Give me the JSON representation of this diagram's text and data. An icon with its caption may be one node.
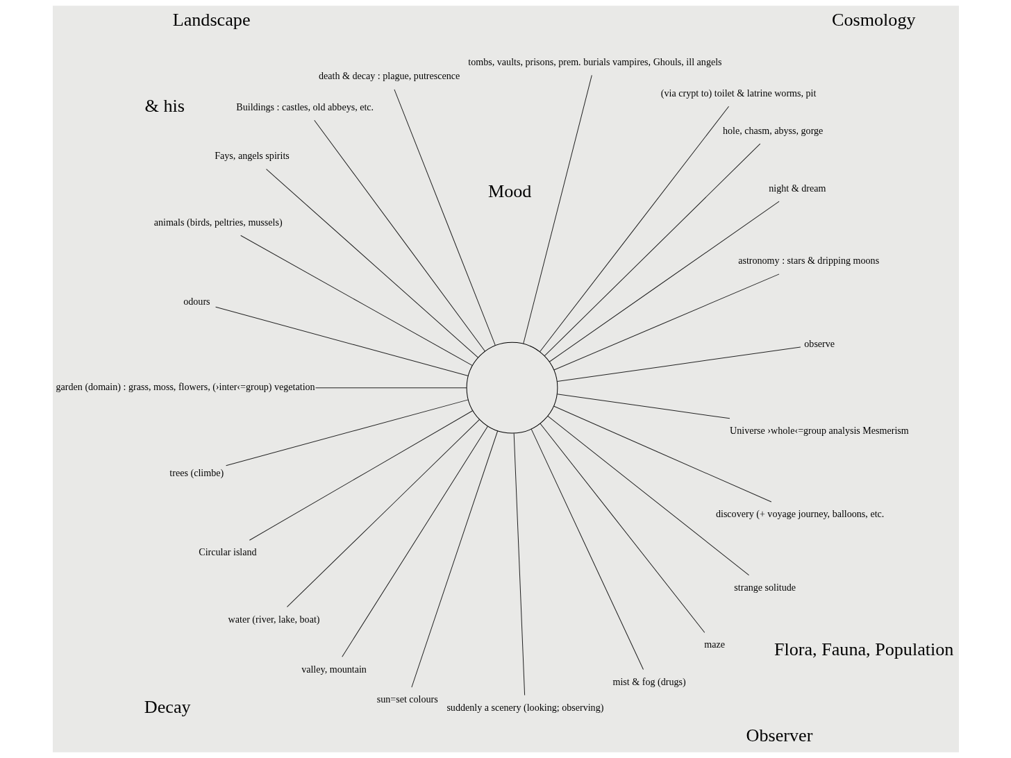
{
  "diagram": {
    "nodes": [
      {
        "text": [],
        "shape": "circle"
      },
      {
        "text": [
          "observe"
        ]
      },
      {
        "text": [
          "astronomy : stars & dripping moons"
        ]
      },
      {
        "text": [
          "night & dream"
        ]
      },
      {
        "text": [
          "hole, chasm, abyss, gorge"
        ]
      },
      {
        "text": [
          "(via crypt to) toilet & latrine worms, pit"
        ]
      },
      {
        "text": [
          "tombs, vaults, prisons, prem. burials vampires, Ghouls, ill angels"
        ]
      },
      {
        "text": [
          "death & decay : plague, putrescence"
        ]
      },
      {
        "text": [
          "Buildings : castles, old abbeys, etc."
        ]
      },
      {
        "text": [
          "Fays, angels spirits"
        ]
      },
      {
        "text": [
          "animals (birds, peltries, mussels)"
        ]
      },
      {
        "text": [
          "odours"
        ]
      },
      {
        "text": [
          "garden (domain) : grass, moss, flowers, (›inter‹=group) vegetation"
        ]
      },
      {
        "text": [
          "trees (climbe)"
        ]
      },
      {
        "text": [
          "Circular island"
        ]
      },
      {
        "text": [
          "water (river, lake, boat)"
        ]
      },
      {
        "text": [
          "valley, mountain"
        ]
      },
      {
        "text": [
          "sun=set colours"
        ]
      },
      {
        "text": [
          "suddenly a scenery (looking; observing)"
        ]
      },
      {
        "text": [
          "mist & fog (drugs)"
        ]
      },
      {
        "text": [
          "maze"
        ]
      },
      {
        "text": [
          "strange solitude"
        ]
      },
      {
        "text": [
          "discovery (+ voyage journey, balloons, etc."
        ]
      },
      {
        "text": [
          "Universe ›whole‹=group analysis Mesmerism"
        ]
      }
    ],
    "edges": [
      {
        "from": 0,
        "to": 1,
        "arrow": "none"
      },
      {
        "from": 0,
        "to": 2,
        "arrow": "none"
      },
      {
        "from": 0,
        "to": 3,
        "arrow": "none"
      },
      {
        "from": 0,
        "to": 4,
        "arrow": "none"
      },
      {
        "from": 0,
        "to": 5,
        "arrow": "none"
      },
      {
        "from": 0,
        "to": 6,
        "arrow": "none"
      },
      {
        "from": 0,
        "to": 7,
        "arrow": "none"
      },
      {
        "from": 0,
        "to": 8,
        "arrow": "none"
      },
      {
        "from": 0,
        "to": 9,
        "arrow": "none"
      },
      {
        "from": 0,
        "to": 10,
        "arrow": "none"
      },
      {
        "from": 0,
        "to": 11,
        "arrow": "none"
      },
      {
        "from": 0,
        "to": 12,
        "arrow": "none"
      },
      {
        "from": 0,
        "to": 13,
        "arrow": "none"
      },
      {
        "from": 0,
        "to": 14,
        "arrow": "none"
      },
      {
        "from": 0,
        "to": 15,
        "arrow": "none"
      },
      {
        "from": 0,
        "to": 16,
        "arrow": "none"
      },
      {
        "from": 0,
        "to": 17,
        "arrow": "none"
      },
      {
        "from": 0,
        "to": 18,
        "arrow": "none"
      },
      {
        "from": 0,
        "to": 19,
        "arrow": "none"
      },
      {
        "from": 0,
        "to": 20,
        "arrow": "none"
      },
      {
        "from": 0,
        "to": 21,
        "arrow": "none"
      },
      {
        "from": 0,
        "to": 22,
        "arrow": "none"
      },
      {
        "from": 0,
        "to": 23,
        "arrow": "none"
      }
    ],
    "labels": [
      "Cosmology",
      "Decay",
      "Observer",
      "& his",
      "Mood",
      "Flora, Fauna, Population",
      "Landscape"
    ]
  }
}
